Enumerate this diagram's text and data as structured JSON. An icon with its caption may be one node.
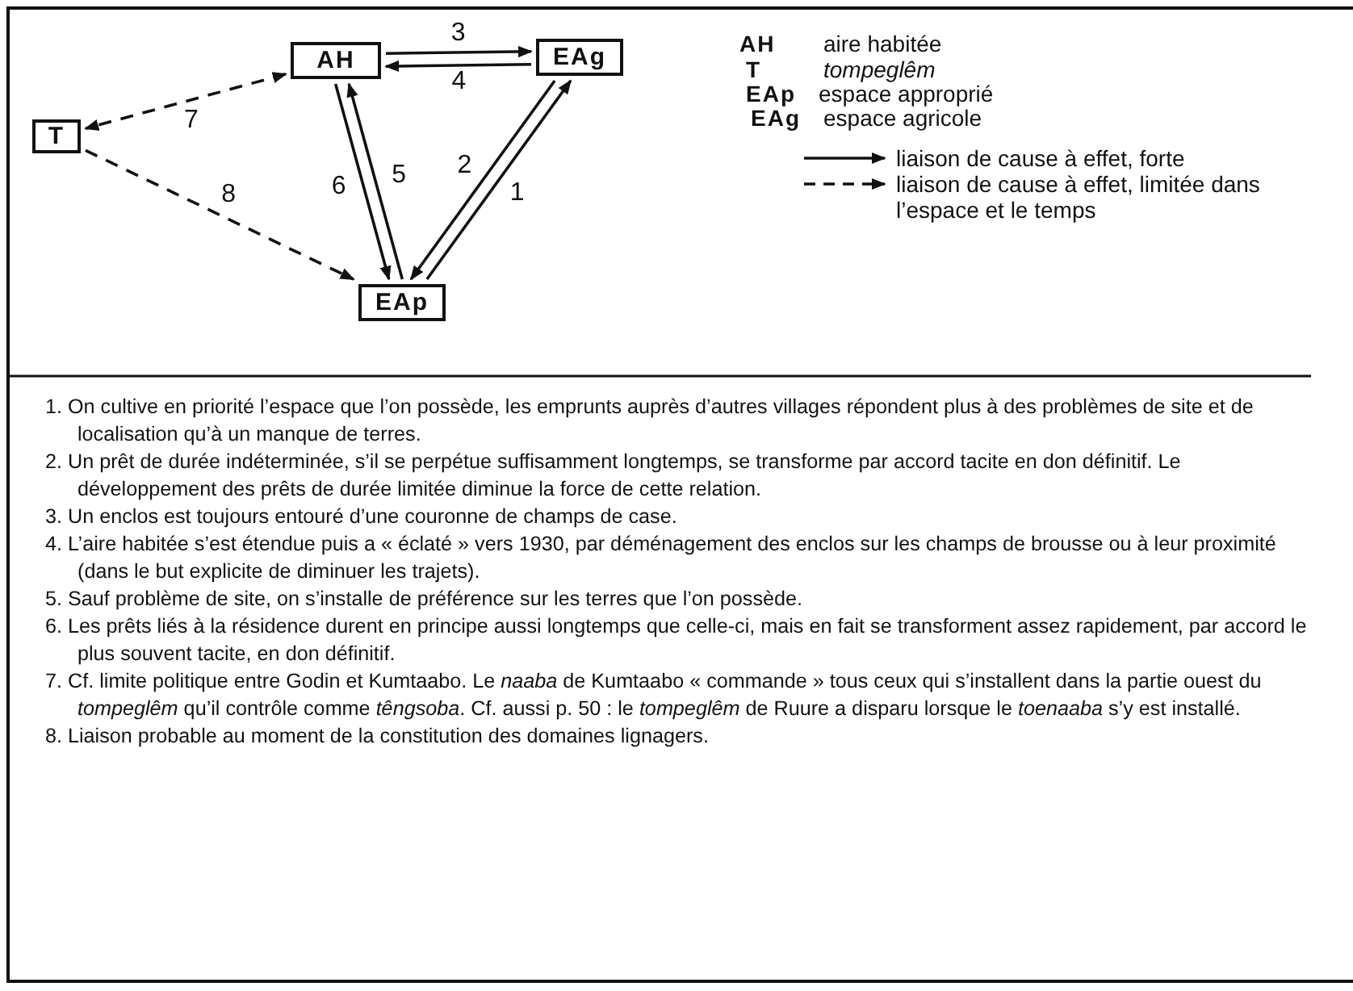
{
  "diagram": {
    "nodes": [
      {
        "text": [
          "AH"
        ]
      },
      {
        "text": [
          "EAg"
        ]
      },
      {
        "text": [
          "T"
        ]
      },
      {
        "text": [
          "EAp"
        ]
      }
    ],
    "edges": [
      {
        "from": 3,
        "to": 1,
        "arrow": "to",
        "label": "1"
      },
      {
        "from": 1,
        "to": 3,
        "arrow": "to",
        "label": "2"
      },
      {
        "from": 0,
        "to": 1,
        "arrow": "to",
        "label": "3"
      },
      {
        "from": 1,
        "to": 0,
        "arrow": "to",
        "label": "4"
      },
      {
        "from": 3,
        "to": 0,
        "arrow": "to",
        "label": "5"
      },
      {
        "from": 0,
        "to": 3,
        "arrow": "to",
        "label": "6"
      },
      {
        "from": 0,
        "to": 2,
        "arrow": "both",
        "label": "7",
        "style": "dashed"
      },
      {
        "from": 2,
        "to": 3,
        "arrow": "to",
        "label": "8",
        "style": "dashed"
      }
    ],
    "labels": [
      "AH",
      "aire habitée",
      "T",
      "tompeglêm",
      "EAp",
      "espace approprié",
      "EAg",
      "espace agricole",
      "1. On cultive en priorité l’espace que l’on possède, les emprunts auprès d’autres villages répondent plus à des problèmes de site et de localisation qu’à un manque de terres.",
      "2. Un prêt de durée indéterminée, s’il se perpétue suffisamment longtemps, se transforme par accord tacite en don définitif. Le développement des prêts de durée limitée diminue la force de cette relation.",
      "3. Un enclos est toujours entouré d’une couronne de champs de case.",
      "4. L’aire habitée s’est étendue puis a « éclaté » vers 1930, par déménagement des enclos sur les champs de brousse ou à leur proximité (dans le but explicite de diminuer les trajets).",
      "5. Sauf problème de site, on s’installe de préférence sur les terres que l’on possède.",
      "6. Les prêts liés à la résidence durent en principe aussi longtemps que celle-ci, mais en fait se transforment assez rapidement, par accord le plus souvent tacite, en don définitif.",
      "7. Cf. limite politique entre Godin et Kumtaabo. Le *naaba* de Kumtaabo « commande » tous ceux qui s’installent dans la partie ouest du *tompeglêm* qu’il contrôle comme *têngsoba*. Cf. aussi p. 50 : le *tompeglêm* de Ruure a disparu lorsque le *toenaaba* s’y est installé.",
      "8. Liaison probable au moment de la constitution des domaines lignagers."
    ],
    "legend": [
      {
        "text": "liaison de cause à effet, forte"
      },
      {
        "text": "liaison de cause à effet, limitée dans l’espace et le temps"
      }
    ]
  }
}
